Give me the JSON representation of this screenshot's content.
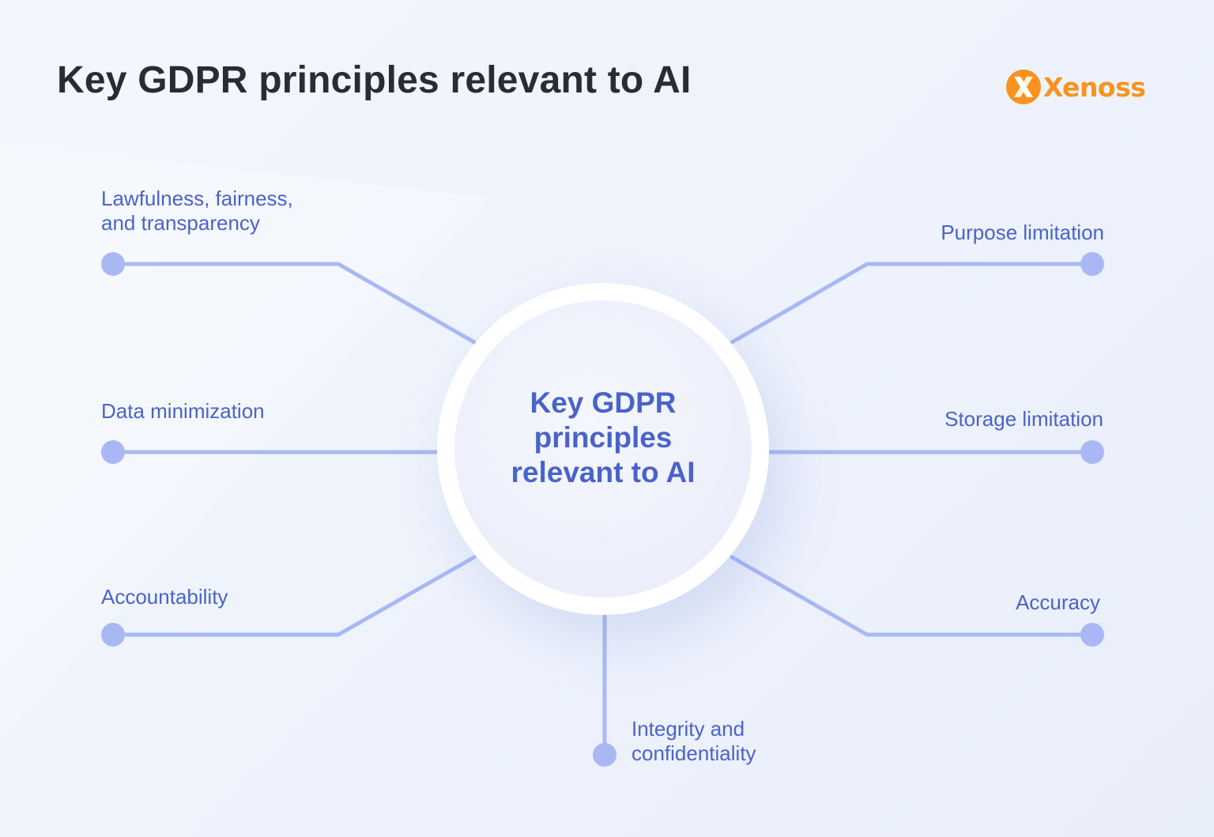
{
  "title": "Key GDPR principles relevant to AI",
  "logo": {
    "text": "Xenoss",
    "color": "#f7931e"
  },
  "center": {
    "line1": "Key GDPR",
    "line2": "principles",
    "line3": "relevant to AI"
  },
  "principles": {
    "lawfulness": {
      "line1": "Lawfulness, fairness,",
      "line2": "and transparency"
    },
    "data_minimization": "Data minimization",
    "accountability": "Accountability",
    "purpose_limitation": "Purpose limitation",
    "storage_limitation": "Storage limitation",
    "accuracy": "Accuracy",
    "integrity": {
      "line1": "Integrity and",
      "line2": "confidentiality"
    }
  },
  "colors": {
    "accent": "#4a63c9",
    "connector": "#a9b8f5",
    "title": "#2b2b33"
  }
}
